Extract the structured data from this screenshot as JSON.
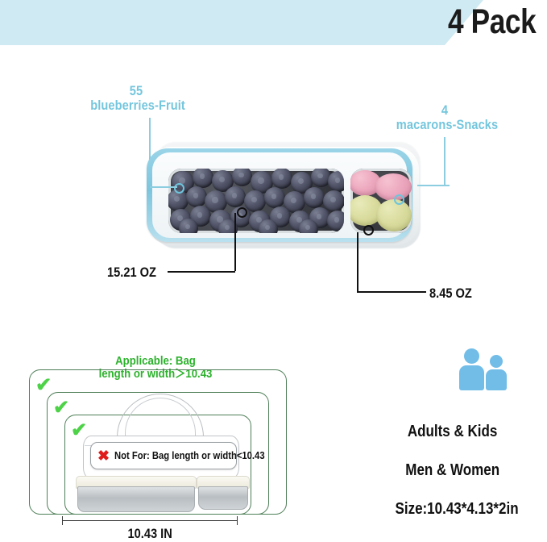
{
  "banner": {
    "pack_label": "4 Pack",
    "background_color": "#cfeaf2"
  },
  "accent_colors": {
    "blue": "#74c6dd",
    "green": "#2cb22c",
    "check_green": "#4dd248",
    "red": "#e01b1b",
    "people_blue": "#72bde8"
  },
  "product_callouts": {
    "fruit": {
      "count": "55",
      "label": "blueberries-Fruit"
    },
    "snack": {
      "count": "4",
      "label": "macarons-Snacks"
    },
    "capacity_large": "15.21 OZ",
    "capacity_small": "8.45 OZ"
  },
  "bag_diagram": {
    "applicable_line1": "Applicable: Bag",
    "applicable_line2": "length or width＞10.43",
    "not_for_text": "Not For: Bag length or width<10.43",
    "x_icon": "x-mark-icon",
    "check_icon": "check-icon",
    "dimension_label": "10.43 IN"
  },
  "audience": {
    "icon": "adult-and-child-icon",
    "line1": "Adults & Kids",
    "line2": "Men & Women",
    "line3": "Size:10.43*4.13*2in"
  }
}
